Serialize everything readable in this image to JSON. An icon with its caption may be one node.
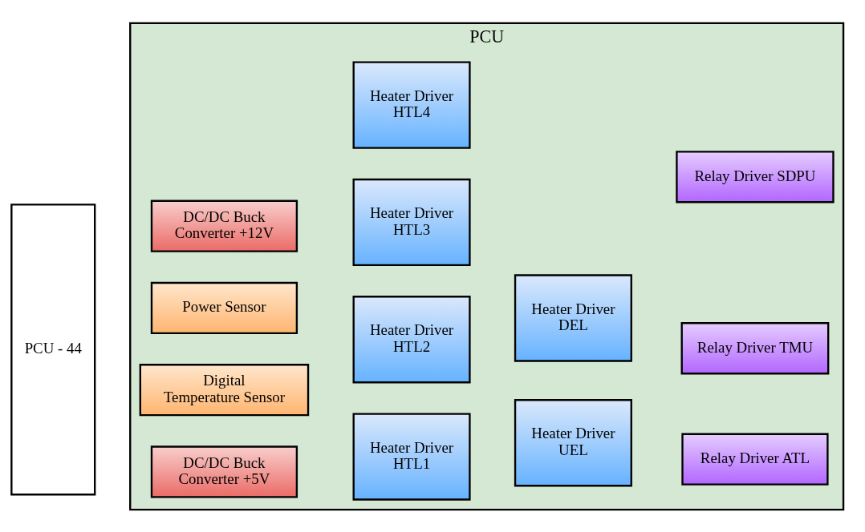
{
  "diagram": {
    "nodes": [
      {
        "text": [
          "PCU"
        ]
      },
      {
        "text": [
          "PCU - 44"
        ]
      },
      {
        "text": [
          "DC/DC Buck Converter +12V"
        ],
        "in": 0
      },
      {
        "text": [
          "Heater Driver HTL1"
        ],
        "in": 0
      },
      {
        "text": [
          "Relay Driver TMU"
        ],
        "in": 0
      },
      {
        "text": [
          "Power Sensor"
        ],
        "in": 0
      },
      {
        "text": [
          "Heater Driver HTL2"
        ],
        "in": 0
      },
      {
        "text": [
          "Heater Driver UEL"
        ],
        "in": 0
      },
      {
        "text": [
          "Relay Driver SDPU"
        ],
        "in": 0
      },
      {
        "text": [
          "Digital Temperature Sensor"
        ],
        "in": 0
      },
      {
        "text": [
          "Heater Driver HTL3"
        ],
        "in": 0
      },
      {
        "text": [
          "Heater Driver DEL"
        ],
        "in": 0
      },
      {
        "text": [
          "DC/DC Buck Converter +5V"
        ],
        "in": 0
      },
      {
        "text": [
          "Heater Driver HTL4"
        ],
        "in": 0
      },
      {
        "text": [
          "Relay Driver ATL"
        ],
        "in": 0
      }
    ]
  }
}
